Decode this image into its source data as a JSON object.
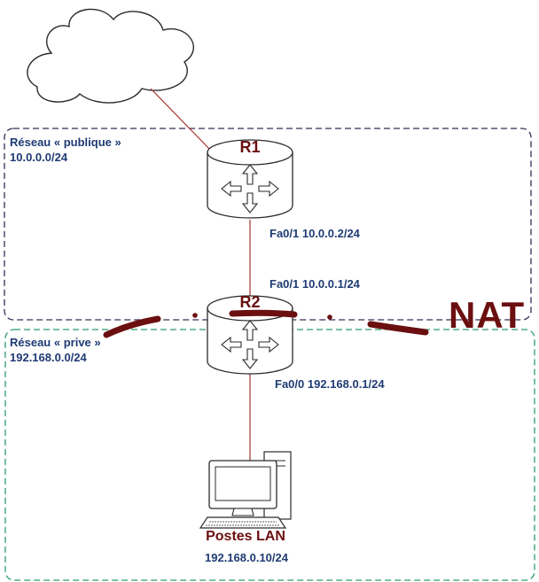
{
  "zones": {
    "public": {
      "name": "Réseau « publique »",
      "network": "10.0.0.0/24"
    },
    "private": {
      "name": "Réseau « prive »",
      "network": "192.168.0.0/24"
    }
  },
  "routers": {
    "r1": {
      "name": "R1",
      "iface": "Fa0/1 10.0.0.2/24"
    },
    "r2": {
      "name": "R2",
      "iface_wan": "Fa0/1 10.0.0.1/24",
      "iface_lan": "Fa0/0 192.168.0.1/24"
    }
  },
  "nat": {
    "label": "NAT"
  },
  "host": {
    "name": "Postes LAN",
    "ip": "192.168.0.10/24"
  },
  "colors": {
    "public_border": "#3b2a55",
    "private_border": "#2e9b6a",
    "link": "#a83232",
    "nat": "#6b0f10",
    "text_blue": "#1f3b73",
    "device_stroke": "#2b2b2b"
  },
  "icons": [
    "cloud-icon",
    "router-icon",
    "workstation-icon"
  ]
}
